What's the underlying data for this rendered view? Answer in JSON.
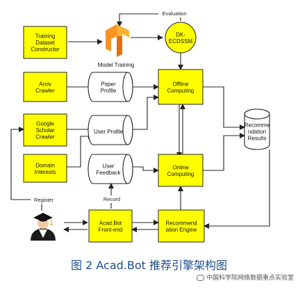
{
  "nodes": {
    "training_dataset_constructor": "Training\nDataset\nConstructor",
    "model_training": "Model Training",
    "dk_ecdssm": "DK-\nECDSSM",
    "arxiv_crawler": "Arxiv\nCrawler",
    "paper_profile": "Paper\nProfile",
    "offline_computing": "Offline\nComputing",
    "google_scholar_crawler": "Google\nScholar\nCrawler",
    "user_profile": "User Profile",
    "recommendation_results": "Recomme\nndation\nResults",
    "domain_interests": "Domain\nInterests",
    "user_feedback": "User\nFeedback",
    "online_computing": "Online\nComputing",
    "acadbot_frontend": "Acad.Bot\nFront-end",
    "recommendation_engine": "Recommend\nation Engine"
  },
  "edge_labels": {
    "evaluation": "Evaluation",
    "register": "Register",
    "record": "Record"
  },
  "caption": "图 2  Acad.Bot 推荐引擎架构图",
  "watermark": "中国科学院网络数据重点实验室",
  "colors": {
    "box_fill": "#ffff00",
    "box_stroke": "#222222",
    "arrow": "#222222",
    "caption": "#1f4e8c",
    "tensorflow_orange": "#f7931e"
  }
}
